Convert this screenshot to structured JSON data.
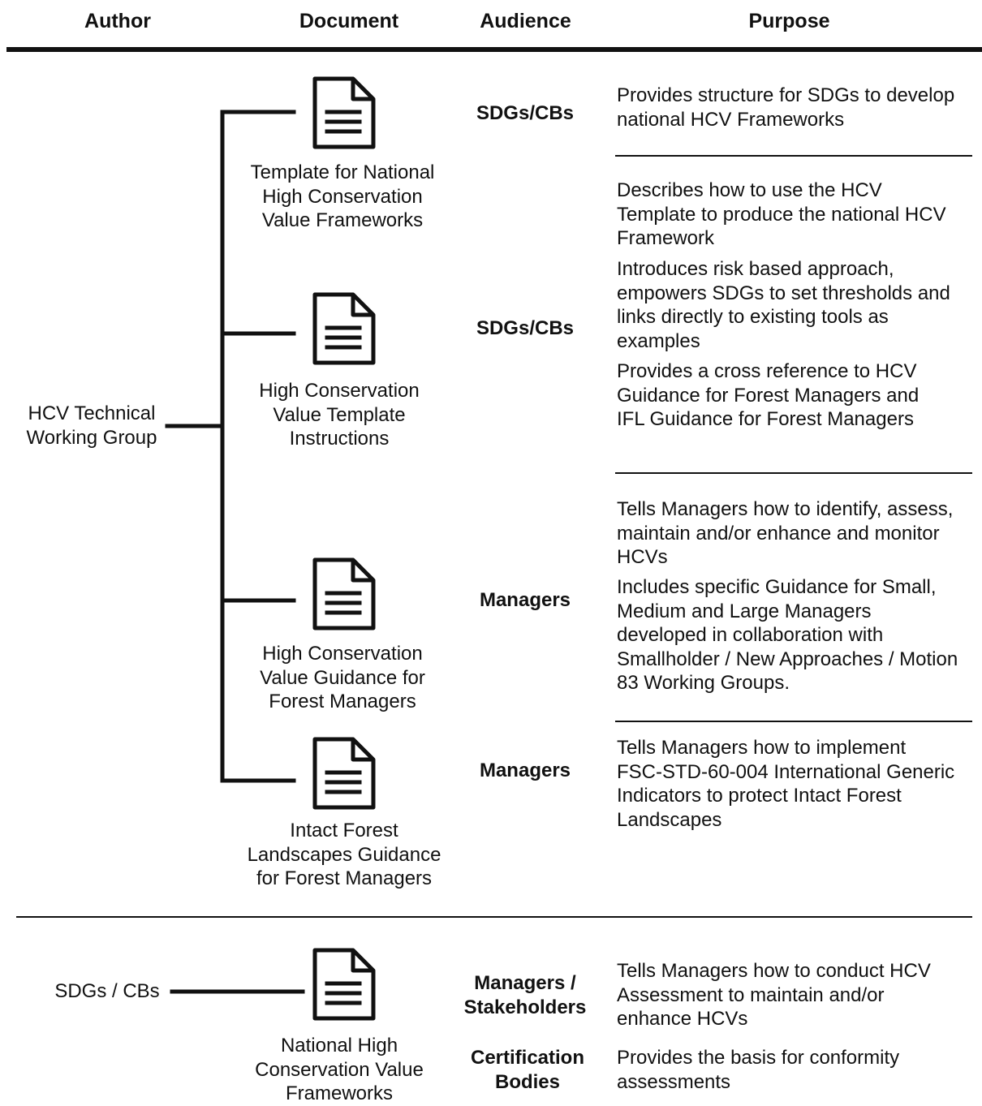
{
  "headers": {
    "author": "Author",
    "document": "Document",
    "audience": "Audience",
    "purpose": "Purpose"
  },
  "groups": [
    {
      "author": [
        "HCV Technical",
        "Working Group"
      ],
      "documents": [
        {
          "icon": "document-icon",
          "title": [
            "Template for National",
            "High Conservation",
            "Value Frameworks"
          ],
          "audience": [
            "SDGs/CBs"
          ],
          "purposes": [
            [
              "Provides structure for SDGs to develop",
              "national HCV Frameworks"
            ]
          ]
        },
        {
          "icon": "document-icon",
          "title": [
            "High Conservation",
            "Value Template",
            "Instructions"
          ],
          "audience": [
            "SDGs/CBs"
          ],
          "purposes": [
            [
              "Describes how to use the HCV",
              "Template to produce the national HCV",
              "Framework"
            ],
            [
              "Introduces risk based approach,",
              "empowers SDGs to set thresholds and",
              "links directly to existing tools as",
              "examples"
            ],
            [
              "Provides a cross reference to HCV",
              "Guidance for Forest Managers and",
              "IFL Guidance for Forest Managers"
            ]
          ]
        },
        {
          "icon": "document-icon",
          "title": [
            "High Conservation",
            "Value Guidance for",
            "Forest Managers"
          ],
          "audience": [
            "Managers"
          ],
          "purposes": [
            [
              "Tells Managers how to identify, assess,",
              "maintain and/or enhance and monitor",
              "HCVs"
            ],
            [
              "Includes specific Guidance for Small,",
              "Medium and Large Managers",
              "developed in collaboration with",
              "Smallholder / New Approaches / Motion",
              "83 Working Groups."
            ]
          ]
        },
        {
          "icon": "document-icon",
          "title": [
            "Intact Forest",
            "Landscapes Guidance",
            "for Forest Managers"
          ],
          "audience": [
            "Managers"
          ],
          "purposes": [
            [
              "Tells Managers how to implement",
              "FSC-STD-60-004 International Generic",
              "Indicators to protect Intact Forest",
              "Landscapes"
            ]
          ]
        }
      ]
    },
    {
      "author": [
        "SDGs / CBs"
      ],
      "documents": [
        {
          "icon": "document-icon",
          "title": [
            "National High",
            "Conservation Value",
            "Frameworks"
          ],
          "audiences": [
            [
              "Managers /",
              "Stakeholders"
            ],
            [
              "Certification",
              "Bodies"
            ]
          ],
          "purposes": [
            [
              "Tells Managers how to conduct HCV",
              "Assessment to maintain and/or",
              "enhance HCVs"
            ],
            [
              "Provides the basis for conformity",
              "assessments"
            ]
          ]
        }
      ]
    }
  ]
}
